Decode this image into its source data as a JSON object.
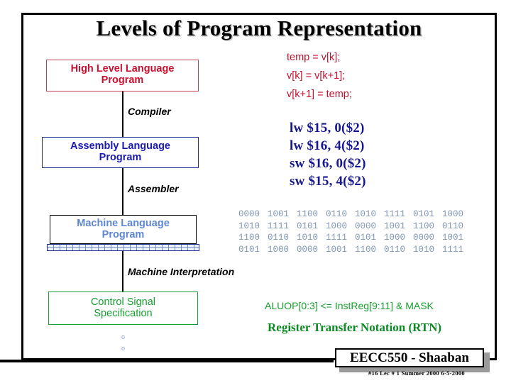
{
  "slide": {
    "title": "Levels of Program Representation",
    "border_color": "#000000"
  },
  "levels": [
    {
      "id": "high-level-language",
      "label": "High Level Language\nProgram",
      "text_color": "#c8102e",
      "border_color": "#c23b52"
    },
    {
      "id": "assembly-language",
      "label": "Assembly  Language\nProgram",
      "text_color": "#1a1ab0",
      "border_color": "#1c2f8c"
    },
    {
      "id": "machine-language",
      "label": "Machine  Language\nProgram",
      "text_color": "#5e86d6",
      "border_color": "#000000"
    },
    {
      "id": "control-signal",
      "label": "Control Signal\nSpecification",
      "text_color": "#16a02e",
      "border_color": "#1f9c3a"
    }
  ],
  "transitions": {
    "compiler": "Compiler",
    "assembler": "Assembler",
    "machine_interpretation": "Machine Interpretation"
  },
  "continuation_bullets": [
    "o",
    "o"
  ],
  "code": {
    "high_level": [
      "temp = v[k];",
      "v[k] = v[k+1];",
      "v[k+1] = temp;"
    ],
    "high_level_color": "#c8102e",
    "assembly": [
      "lw $15, 0($2)",
      "lw $16, 4($2)",
      "sw $16, 0($2)",
      "sw $15, 4($2)"
    ],
    "assembly_color": "#16168f",
    "machine_binary": [
      [
        "0000",
        "1001",
        "1100",
        "0110",
        "1010",
        "1111",
        "0101",
        "1000"
      ],
      [
        "1010",
        "1111",
        "0101",
        "1000",
        "0000",
        "1001",
        "1100",
        "0110"
      ],
      [
        "1100",
        "0110",
        "1010",
        "1111",
        "0101",
        "1000",
        "0000",
        "1001"
      ],
      [
        "0101",
        "1000",
        "0000",
        "1001",
        "1100",
        "0110",
        "1010",
        "1111"
      ]
    ],
    "machine_binary_color": "#8196b5",
    "rtn_expression": "ALUOP[0:3] <= InstReg[9:11] & MASK",
    "rtn_title": "Register Transfer Notation (RTN)",
    "rtn_color": "#16a02e"
  },
  "footer": {
    "course": "EECC550 - Shaaban",
    "detail": "#16   Lec # 1   Summer 2000   6-5-2000"
  }
}
